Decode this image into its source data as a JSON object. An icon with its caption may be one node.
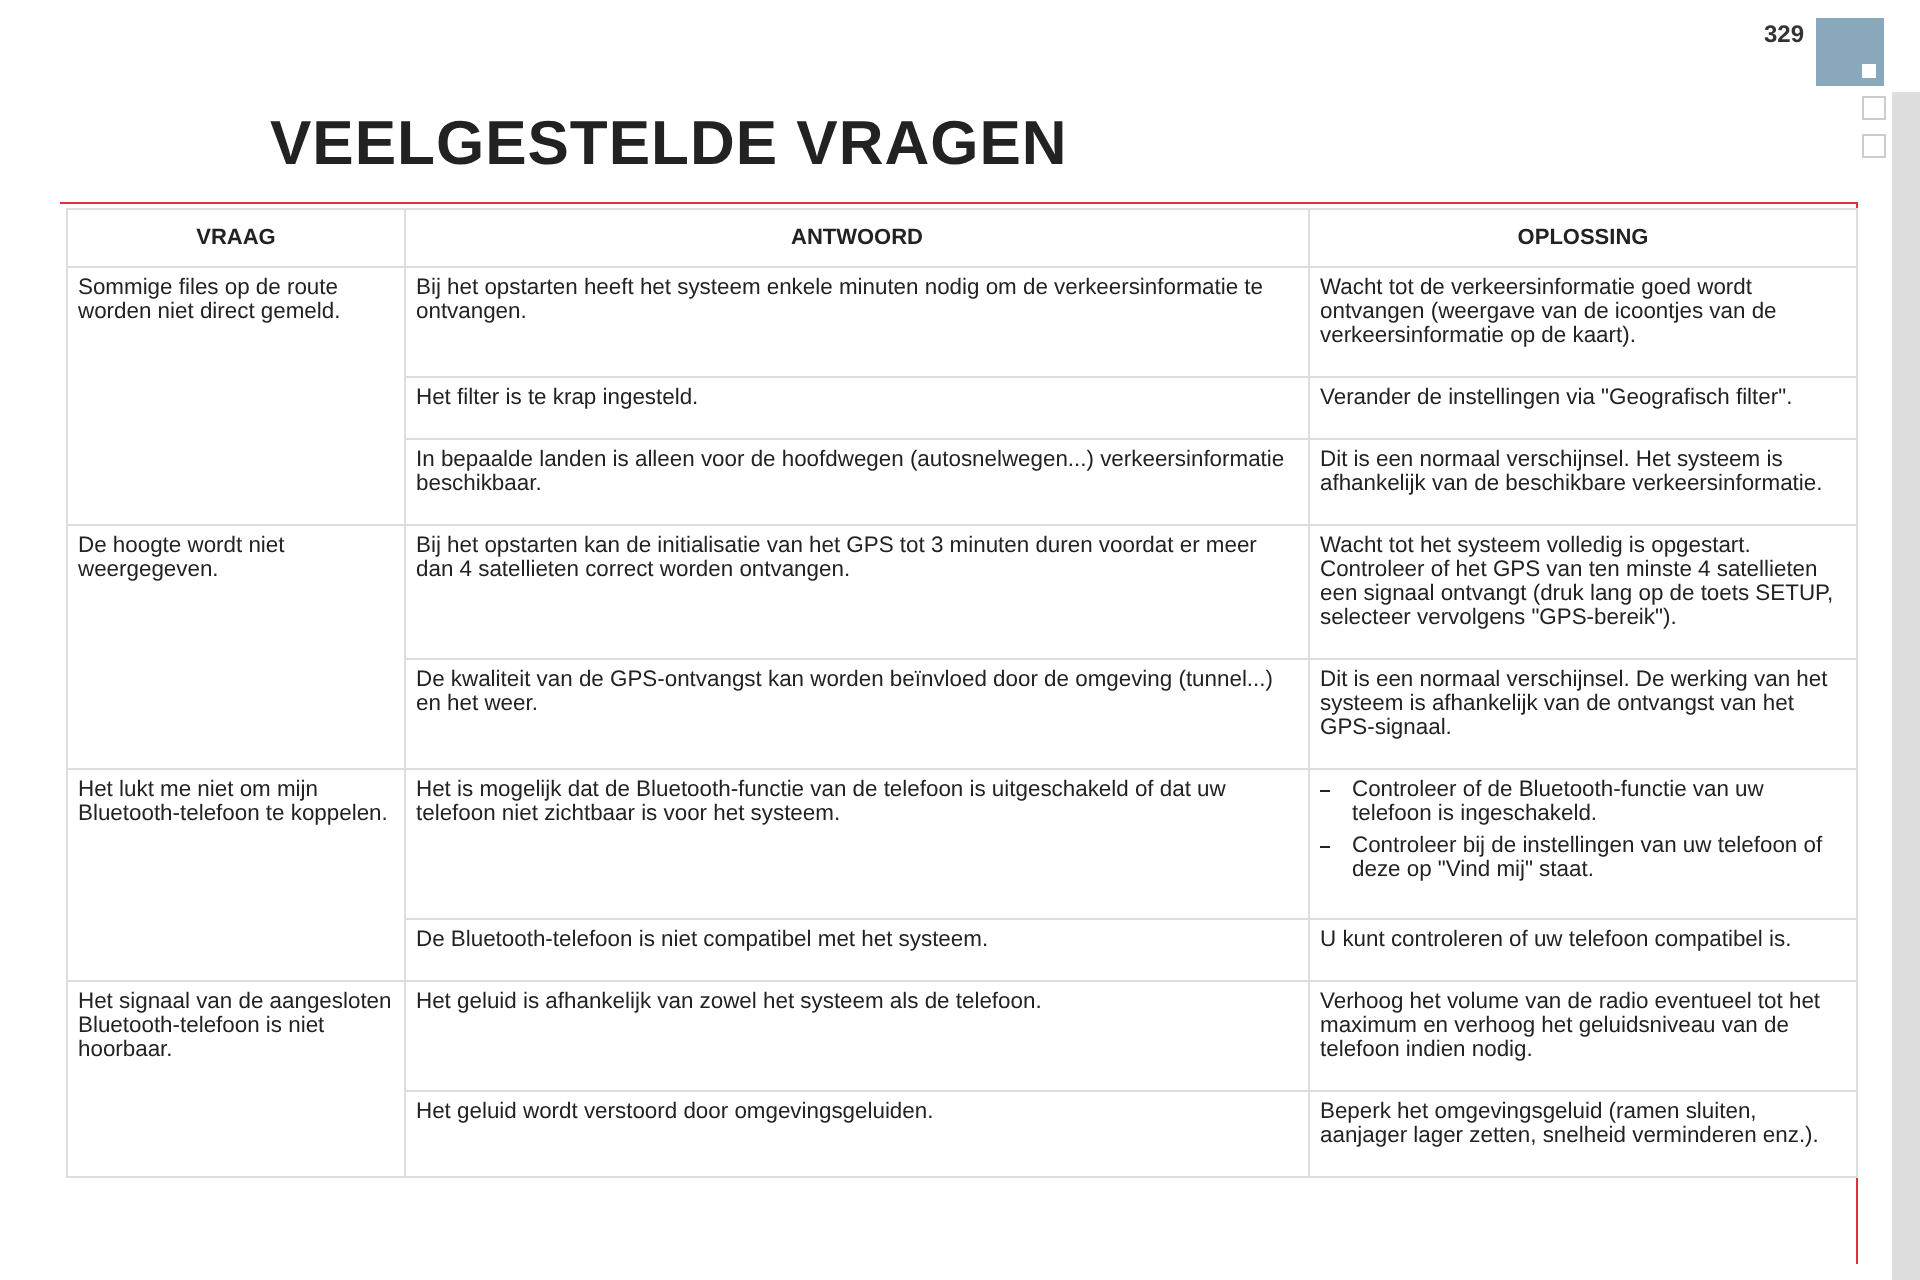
{
  "diagram": {
    "title": "VEELGESTELDE VRAGEN",
    "labels": [
      "329",
      "VRAAG",
      "ANTWOORD",
      "OPLOSSING",
      "Sommige files op de route worden niet direct gemeld.",
      "Bij het opstarten heeft het systeem enkele minuten nodig om de verkeersinformatie te ontvangen.",
      "Wacht tot de verkeersinformatie goed wordt ontvangen (weergave van de icoontjes van de verkeersinformatie op de kaart).",
      "Het filter is te krap ingesteld.",
      "Verander de instellingen via \"Geografisch filter\".",
      "In bepaalde landen is alleen voor de hoofdwegen (autosnelwegen...) verkeersinformatie beschikbaar.",
      "Dit is een normaal verschijnsel. Het systeem is afhankelijk van de beschikbare verkeersinformatie.",
      "De hoogte wordt niet weergegeven.",
      "Bij het opstarten kan de initialisatie van het GPS tot 3 minuten duren voordat er meer dan 4 satellieten correct worden ontvangen.",
      "Wacht tot het systeem volledig is opgestart. Controleer of het GPS van ten minste 4 satellieten een signaal ontvangt (druk lang op de toets SETUP, selecteer vervolgens \"GPS-bereik\").",
      "De kwaliteit van de GPS-ontvangst kan worden beïnvloed door de omgeving (tunnel...) en het weer.",
      "Dit is een normaal verschijnsel. De werking van het systeem is afhankelijk van de ontvangst van het GPS-signaal.",
      "Het lukt me niet om mijn Bluetooth-telefoon te koppelen.",
      "Het is mogelijk dat de Bluetooth-functie van de telefoon is uitgeschakeld of dat uw telefoon niet zichtbaar is voor het systeem.",
      "Controleer of de Bluetooth-functie van uw telefoon is ingeschakeld.",
      "Controleer bij de instellingen van uw telefoon of deze op \"Vind mij\" staat.",
      "De Bluetooth-telefoon is niet compatibel met het systeem.",
      "U kunt controleren of uw telefoon compatibel is.",
      "Het signaal van de aangesloten Bluetooth-telefoon is niet hoorbaar.",
      "Het geluid is afhankelijk van zowel het systeem als de telefoon.",
      "Verhoog het volume van de radio eventueel tot het maximum en verhoog het geluidsniveau van de telefoon indien nodig.",
      "Het geluid wordt verstoord door omgevingsgeluiden.",
      "Beperk het omgevingsgeluid (ramen sluiten, aanjager lager zetten, snelheid verminderen enz.)."
    ]
  }
}
